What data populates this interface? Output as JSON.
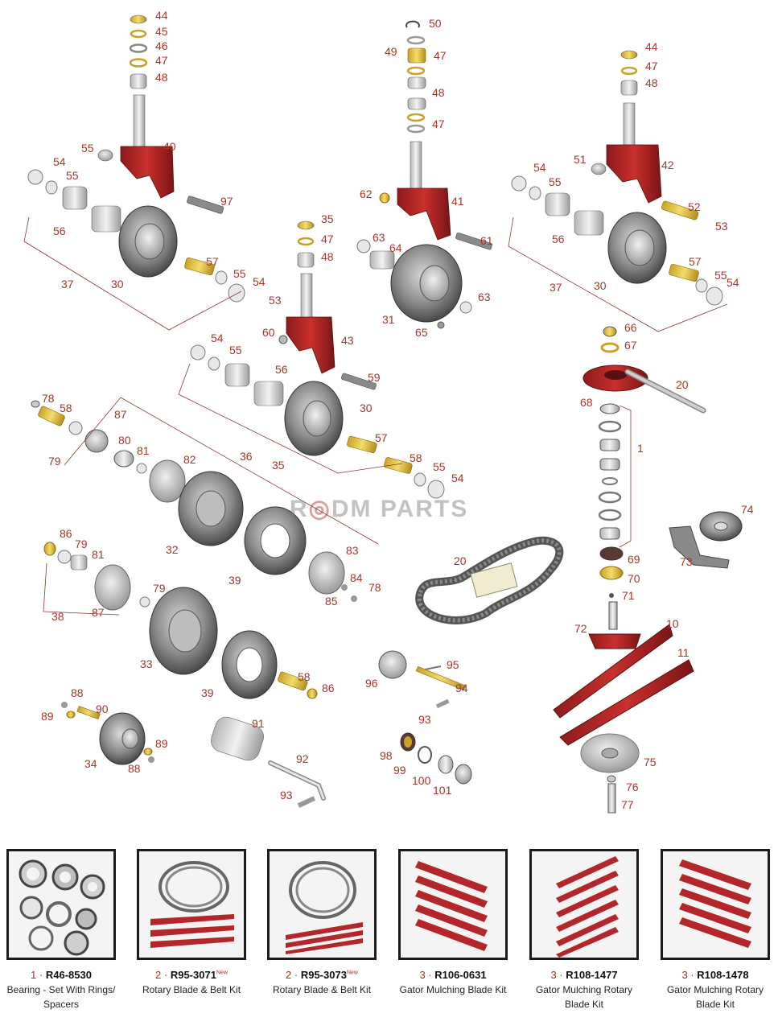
{
  "watermark": {
    "left": "R",
    "middle": "D",
    "right": "M PARTS"
  },
  "callouts": [
    "44",
    "45",
    "46",
    "47",
    "48",
    "40",
    "55",
    "54",
    "55",
    "56",
    "97",
    "37",
    "30",
    "57",
    "55",
    "54",
    "50",
    "49",
    "47",
    "48",
    "47",
    "62",
    "41",
    "61",
    "63",
    "64",
    "31",
    "63",
    "65",
    "35",
    "47",
    "48",
    "53",
    "60",
    "43",
    "54",
    "55",
    "56",
    "59",
    "30",
    "57",
    "58",
    "55",
    "54",
    "35",
    "44",
    "47",
    "48",
    "51",
    "42",
    "54",
    "55",
    "56",
    "52",
    "53",
    "37",
    "30",
    "57",
    "55",
    "54",
    "66",
    "67",
    "68",
    "20",
    "1",
    "78",
    "58",
    "87",
    "80",
    "81",
    "79",
    "82",
    "36",
    "32",
    "39",
    "83",
    "84",
    "78",
    "85",
    "86",
    "79",
    "81",
    "87",
    "38",
    "79",
    "33",
    "39",
    "58",
    "86",
    "88",
    "89",
    "90",
    "89",
    "88",
    "34",
    "91",
    "92",
    "93",
    "95",
    "96",
    "94",
    "93",
    "98",
    "99",
    "100",
    "101",
    "20",
    "69",
    "70",
    "71",
    "72",
    "10",
    "11",
    "75",
    "76",
    "77",
    "74",
    "73"
  ],
  "kits": [
    {
      "qty": "1",
      "code": "R46-8530",
      "new": "",
      "desc": "Bearing - Set With Rings/ Spacers"
    },
    {
      "qty": "2",
      "code": "R95-3071",
      "new": "New",
      "desc": "Rotary Blade & Belt Kit"
    },
    {
      "qty": "2",
      "code": "R95-3073",
      "new": "New",
      "desc": "Rotary Blade & Belt Kit"
    },
    {
      "qty": "3",
      "code": "R106-0631",
      "new": "",
      "desc": "Gator Mulching Blade Kit"
    },
    {
      "qty": "3",
      "code": "R108-1477",
      "new": "",
      "desc": "Gator Mulching Rotary Blade Kit"
    },
    {
      "qty": "3",
      "code": "R108-1478",
      "new": "",
      "desc": "Gator Mulching Rotary Blade Kit"
    }
  ],
  "kit_separator": " · ",
  "colors": {
    "callout": "#a8352a",
    "red_part": "#b3262a",
    "frame": "#1c1c1c"
  }
}
